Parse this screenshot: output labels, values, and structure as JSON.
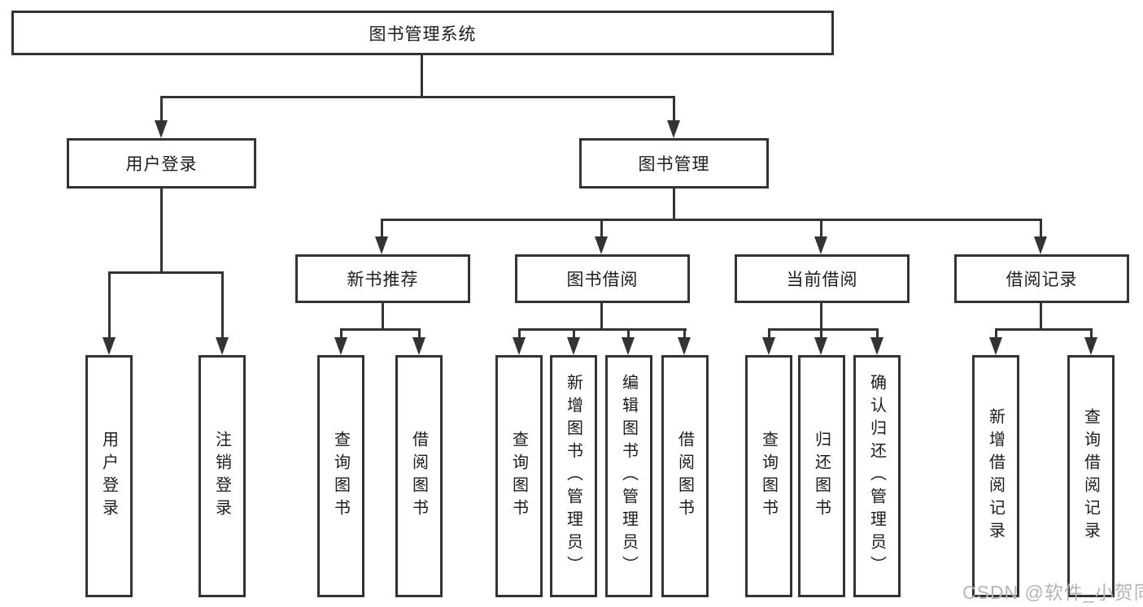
{
  "colors": {
    "line": "#333333",
    "text": "#1c1c1c",
    "watermark": "#b5b5b5",
    "background": "#ffffff"
  },
  "watermark": {
    "text": "CSDN @软件_小贺同学"
  },
  "tree": {
    "root": {
      "label": "图书管理系统",
      "children": [
        {
          "label": "用户登录",
          "children": [
            {
              "label": "用户登录"
            },
            {
              "label": "注销登录"
            }
          ]
        },
        {
          "label": "图书管理",
          "children": [
            {
              "label": "新书推荐",
              "children": [
                {
                  "label": "查询图书"
                },
                {
                  "label": "借阅图书"
                }
              ]
            },
            {
              "label": "图书借阅",
              "children": [
                {
                  "label": "查询图书"
                },
                {
                  "label": "新增图书（管理员）"
                },
                {
                  "label": "编辑图书（管理员）"
                },
                {
                  "label": "借阅图书"
                }
              ]
            },
            {
              "label": "当前借阅",
              "children": [
                {
                  "label": "查询图书"
                },
                {
                  "label": "归还图书"
                },
                {
                  "label": "确认归还（管理员）"
                }
              ]
            },
            {
              "label": "借阅记录",
              "children": [
                {
                  "label": "新增借阅记录"
                },
                {
                  "label": "查询借阅记录"
                }
              ]
            }
          ]
        }
      ]
    }
  }
}
